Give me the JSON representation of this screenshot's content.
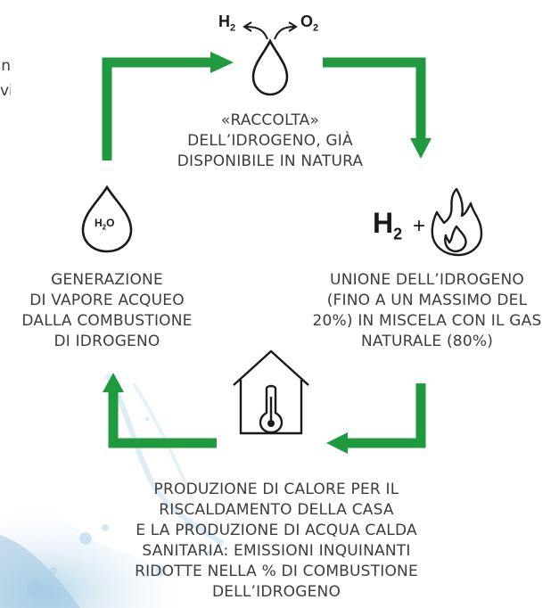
{
  "colors": {
    "arrow_green": "#1f9a3f",
    "text": "#3c3c3c",
    "icon_stroke": "#1a1a1a",
    "splash_blue": "#b9d6ea"
  },
  "left_edge_fragments": [
    "n",
    "vi"
  ],
  "top_formula": {
    "left": "H",
    "left_sub": "2",
    "right": "O",
    "right_sub": "2"
  },
  "top_icon": "water-drop-icon",
  "step_top": {
    "lines": [
      "«RACCOLTA»",
      "DELL’IDROGENO, GIÀ",
      "DISPONIBILE IN NATURA"
    ]
  },
  "right_formula": {
    "main": "H",
    "sub": "2",
    "plus": "+"
  },
  "right_icon": "flame-icon",
  "step_right": {
    "lines": [
      "UNIONE DELL’IDROGENO",
      "(FINO A UN MASSIMO DEL",
      "20%) IN MISCELA CON IL GAS",
      "NATURALE (80%)"
    ]
  },
  "bottom_icon": "house-thermometer-icon",
  "step_bottom": {
    "lines": [
      "PRODUZIONE DI CALORE PER IL",
      "RISCALDAMENTO DELLA CASA",
      "E LA PRODUZIONE DI ACQUA CALDA",
      "SANITARIA: EMISSIONI INQUINANTI",
      "RIDOTTE NELLA % DI COMBUSTIONE",
      "DELL’IDROGENO"
    ]
  },
  "left_icon": "water-drop-h2o-icon",
  "left_icon_label": {
    "main": "H",
    "sub": "2",
    "tail": "O"
  },
  "step_left": {
    "lines": [
      "GENERAZIONE",
      "DI VAPORE ACQUEO",
      "DALLA COMBUSTIONE",
      "DI IDROGENO"
    ]
  }
}
